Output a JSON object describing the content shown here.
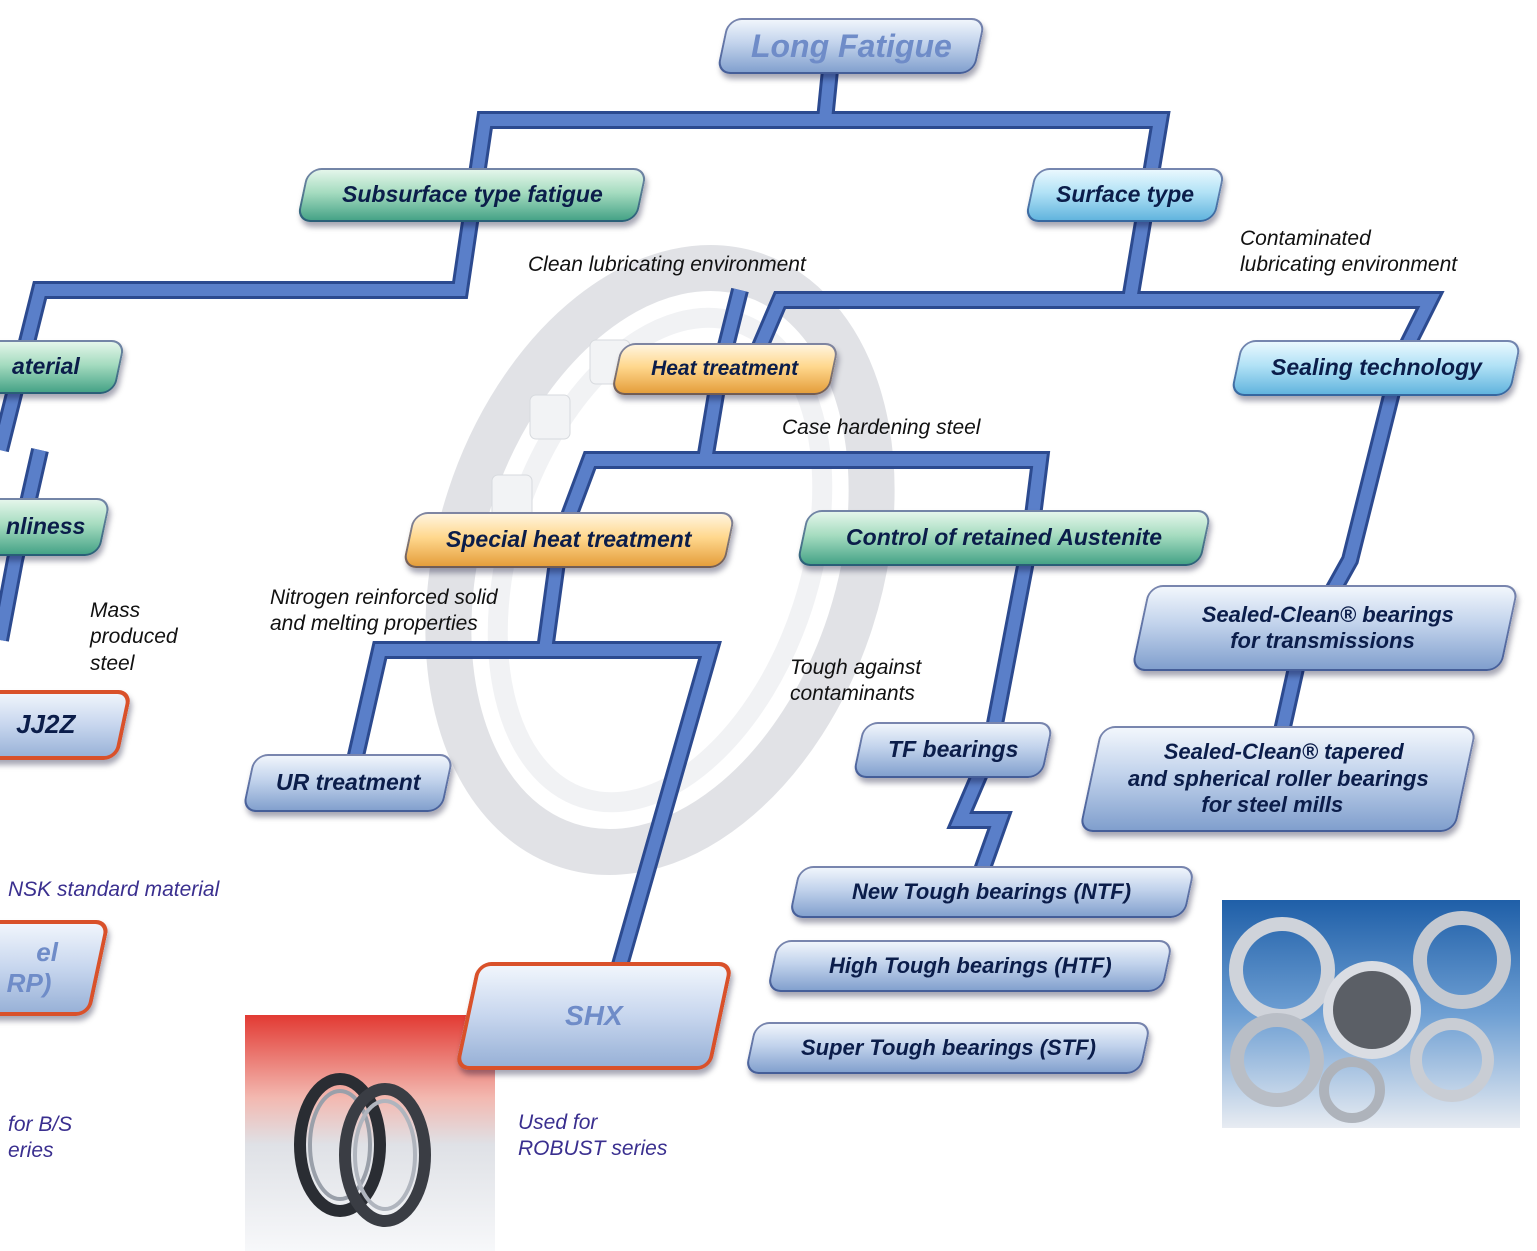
{
  "nodes": {
    "long_fatigue": "Long Fatigue",
    "subsurface": "Subsurface type fatigue",
    "surface": "Surface type",
    "material": "aterial",
    "heat_treatment": "Heat treatment",
    "sealing": "Sealing technology",
    "cleanliness": "nliness",
    "special_heat": "Special heat treatment",
    "austenite": "Control of retained Austenite",
    "sealed_trans_1": "Sealed-Clean® bearings",
    "sealed_trans_2": "for transmissions",
    "uj2z": "JJ2Z",
    "ur_treatment": "UR treatment",
    "tf": "TF bearings",
    "sealed_mill_1": "Sealed-Clean® tapered",
    "sealed_mill_2": "and spherical roller bearings",
    "sealed_mill_3": "for steel mills",
    "steel_1": "el",
    "steel_2": "RP)",
    "ntf": "New Tough bearings (NTF)",
    "htf": "High Tough bearings (HTF)",
    "stf": "Super Tough bearings (STF)",
    "shx": "SHX"
  },
  "notes": {
    "clean_env": "Clean lubricating environment",
    "contam_1": "Contaminated",
    "contam_2": "lubricating environment",
    "case_steel": "Case hardening steel",
    "nitrogen_1": "Nitrogen reinforced solid",
    "nitrogen_2": "and melting properties",
    "mass_1": "Mass",
    "mass_2": "produced",
    "mass_3": "steel",
    "tough_1": "Tough against",
    "tough_2": "contaminants",
    "nsk_std": "NSK standard  material",
    "bs_1": "for B/S",
    "bs_2": "eries",
    "robust_1": "Used for",
    "robust_2": "ROBUST series"
  },
  "colors": {
    "connector": "#4f74bf",
    "connector_edge": "#2c4a8f",
    "node_border_red": "#d9512a",
    "note_purple": "#3a2f8f"
  }
}
